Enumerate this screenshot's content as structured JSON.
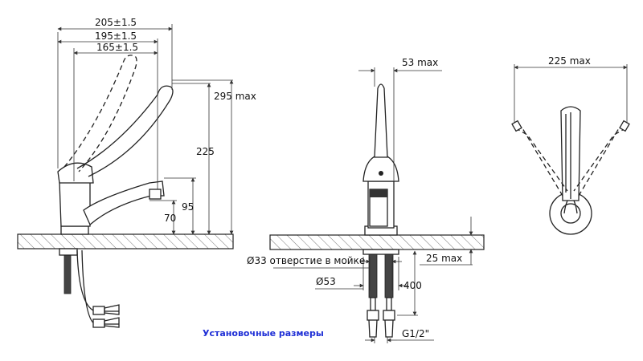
{
  "caption": "Установочные размеры",
  "side_view": {
    "dim_205": "205±1.5",
    "dim_195": "195±1.5",
    "dim_165": "165±1.5",
    "dim_295": "295 max",
    "dim_225": "225",
    "dim_95": "95",
    "dim_70": "70"
  },
  "front_view": {
    "dim_53max": "53 max",
    "dim_hole": "Ø33 отверстие в мойке",
    "dim_d53": "Ø53",
    "dim_25max": "25 max",
    "dim_400": "400",
    "dim_thread": "G1/2\""
  },
  "top_view": {
    "dim_225max": "225 max"
  },
  "colors": {
    "caption": "#1f2fd6",
    "lines": "#222222"
  }
}
